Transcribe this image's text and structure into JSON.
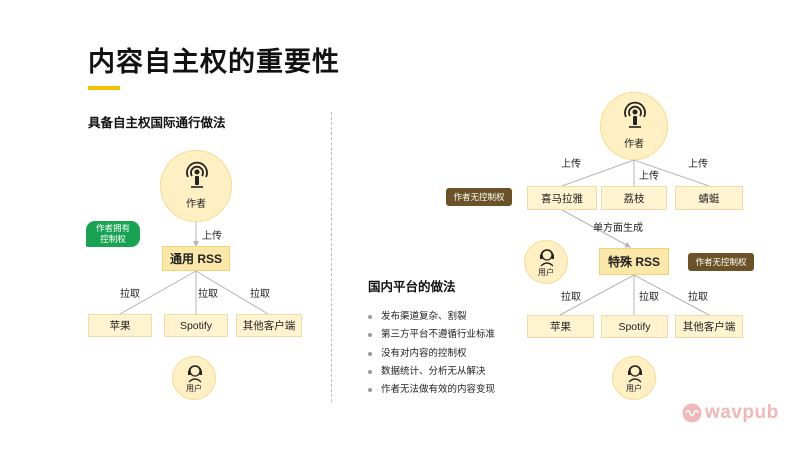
{
  "title": "内容自主权的重要性",
  "left": {
    "heading": "具备自主权国际通行做法",
    "author": "作者",
    "tag": "作者拥有\n控制权",
    "upload": "上传",
    "rss": "通用 RSS",
    "pull": [
      "拉取",
      "拉取",
      "拉取"
    ],
    "clients": [
      "苹果",
      "Spotify",
      "其他客户端"
    ],
    "user": "用户"
  },
  "right": {
    "author": "作者",
    "upload": [
      "上传",
      "上传",
      "上传"
    ],
    "platforms": [
      "喜马拉雅",
      "荔枝",
      "蜻蜓"
    ],
    "no_control_tag_1": "作者无控制权",
    "generate": "单方面生成",
    "user_top": "用户",
    "rss": "特殊 RSS",
    "no_control_tag_2": "作者无控制权",
    "pull": [
      "拉取",
      "拉取",
      "拉取"
    ],
    "clients": [
      "苹果",
      "Spotify",
      "其他客户端"
    ],
    "user_bottom": "用户"
  },
  "domestic": {
    "heading": "国内平台的做法",
    "bullets": [
      "发布渠道复杂、割裂",
      "第三方平台不遵循行业标准",
      "没有对内容的控制权",
      "数据统计、分析无从解决",
      "作者无法做有效的内容变现"
    ]
  },
  "logo": "wavpub",
  "icons": {
    "author": "podcast-icon",
    "user": "headphone-user-icon",
    "logo": "sound-wave-icon"
  }
}
